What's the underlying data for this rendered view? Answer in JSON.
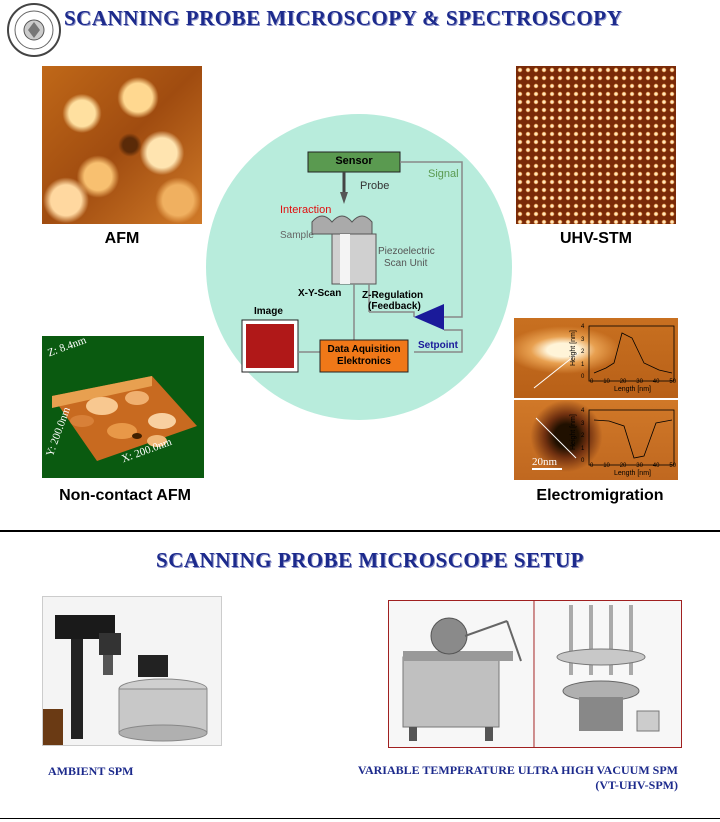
{
  "header": {
    "title": "SCANNING PROBE MICROSCOPY & SPECTROSCOPY"
  },
  "images": {
    "afm_caption": "AFM",
    "uhv_stm_caption": "UHV-STM",
    "noncontact_caption": "Non-contact AFM",
    "noncontact_z_label": "Z: 8.4nm",
    "noncontact_y_label": "Y: 200.0nm",
    "noncontact_x_label": "X: 200.0nm",
    "electromigration_caption": "Electromigration",
    "em_scale": "20nm",
    "em_ylabel": "Height [nm]",
    "em_xlabel": "Length [nm]",
    "em_xticks": [
      "0",
      "10",
      "20",
      "30",
      "40",
      "50"
    ],
    "em_yticks": [
      "4",
      "3",
      "2",
      "1",
      "0"
    ]
  },
  "diagram": {
    "sensor": "Sensor",
    "probe": "Probe",
    "signal": "Signal",
    "interaction": "Interaction",
    "sample": "Sample",
    "piezo_line1": "Piezoelectric",
    "piezo_line2": "Scan Unit",
    "xy_scan": "X-Y-Scan",
    "z_reg_line1": "Z-Regulation",
    "z_reg_line2": "(Feedback)",
    "image": "Image",
    "daq_line1": "Data Aquisition",
    "daq_line2": "Elektronics",
    "setpoint": "Setpoint"
  },
  "setup": {
    "title": "SCANNING PROBE MICROSCOPE SETUP",
    "ambient_caption": "AMBIENT SPM",
    "vt_caption_line1": "VARIABLE TEMPERATURE ULTRA HIGH VACUUM SPM",
    "vt_caption_line2": "(VT-UHV-SPM)"
  },
  "colors": {
    "title_blue": "#1c2a8c",
    "circle": "#b8ecdc",
    "sensor_green": "#5a9a50",
    "daq_orange": "#f07818",
    "interaction_red": "#e01010",
    "setpoint_blue": "#1a1a9a"
  }
}
